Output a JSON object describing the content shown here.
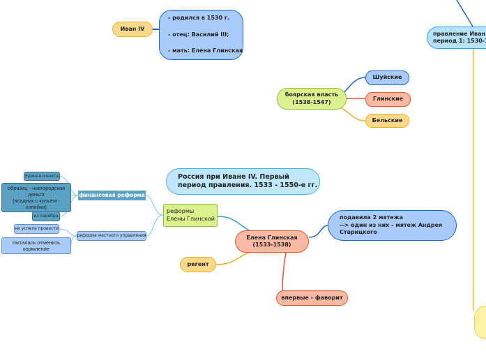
{
  "ivan": {
    "label": "Иван IV"
  },
  "info": {
    "lines": [
      "- родился в 1530 г.",
      "- отец: Василий III;",
      "- мать: Елена Глинская"
    ]
  },
  "reign": {
    "line1": "правление Иван",
    "line2": "период 1: 1530-15"
  },
  "boyar": {
    "line1": "боярская власть",
    "line2": "(1538-1547)",
    "children": [
      "Шуйские",
      "Глинские",
      "Бельские"
    ]
  },
  "title": {
    "line1": "Россия при Иване IV. Первый",
    "line2": "период правления. 1533 - 1550-е гг."
  },
  "finance": {
    "label": "финансовая реформа",
    "children": [
      "Единая монета",
      "образец - новгородская деньга",
      "(всадник с копьём - копейка)",
      "из серебра"
    ]
  },
  "local": {
    "label": "реформа местного управления",
    "children": [
      "не успела провести",
      "пыталась отменить кормление"
    ]
  },
  "reforms": {
    "line1": "реформы",
    "line2": "Елены Глинской"
  },
  "elena": {
    "line1": "Елена Глинская",
    "line2": "(1533-1538)"
  },
  "revolts": {
    "line1": "подавила 2 мятежа",
    "line2": " --> один из них - мятеж Андрея",
    "line3": "Старицкого"
  },
  "regent": {
    "label": "регент"
  },
  "favorite": {
    "label": "впервые - фаворит"
  }
}
